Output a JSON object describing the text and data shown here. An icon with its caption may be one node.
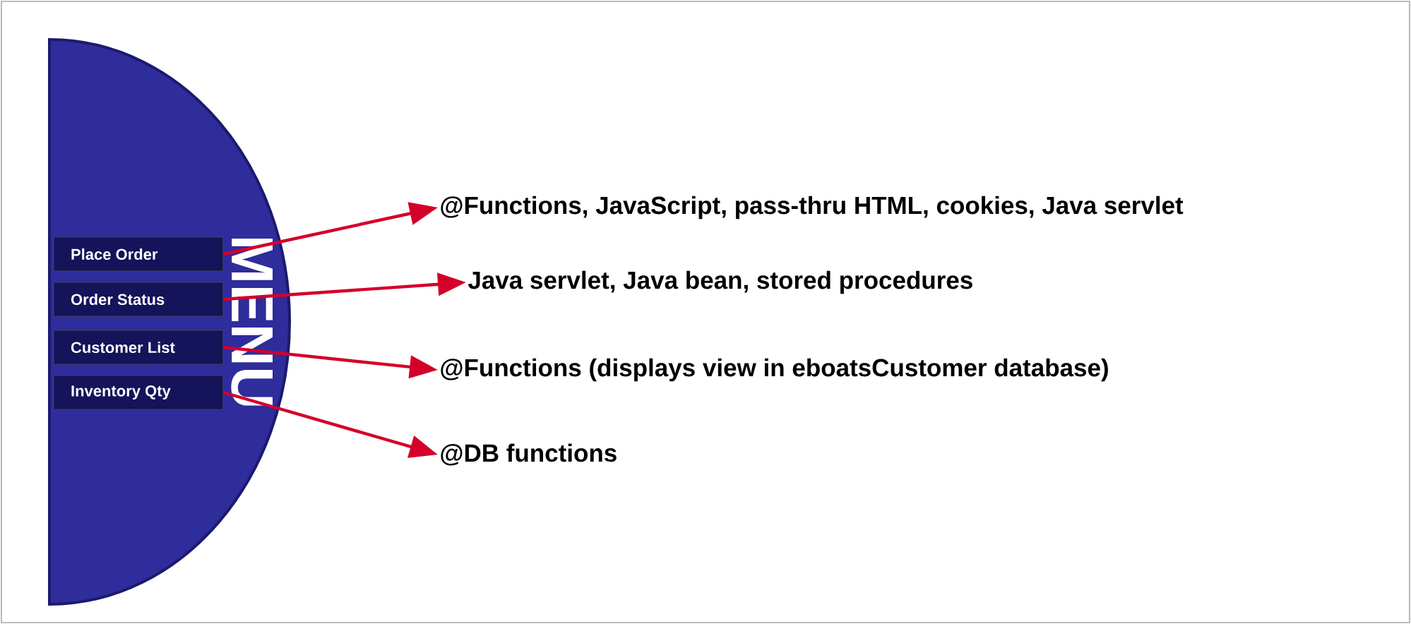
{
  "diagram": {
    "nodes": [
      {
        "text": [
          "MENU"
        ]
      },
      {
        "text": [
          "Place Order"
        ],
        "in": 0
      },
      {
        "text": [
          "Order Status"
        ],
        "in": 0
      },
      {
        "text": [
          "Customer List"
        ],
        "in": 0
      },
      {
        "text": [
          "Inventory Qty"
        ],
        "in": 0
      },
      {
        "text": [
          "@Functions, JavaScript, pass-thru HTML, cookies, Java servlet"
        ]
      },
      {
        "text": [
          "Java servlet, Java bean, stored procedures"
        ]
      },
      {
        "text": [
          "@Functions (displays view in eboatsCustomer database)"
        ]
      },
      {
        "text": [
          "@DB functions"
        ]
      }
    ],
    "edges": [
      {
        "from": 1,
        "to": 5,
        "arrow": "to"
      },
      {
        "from": 2,
        "to": 6,
        "arrow": "to"
      },
      {
        "from": 3,
        "to": 7,
        "arrow": "to"
      },
      {
        "from": 4,
        "to": 8,
        "arrow": "to"
      }
    ]
  }
}
